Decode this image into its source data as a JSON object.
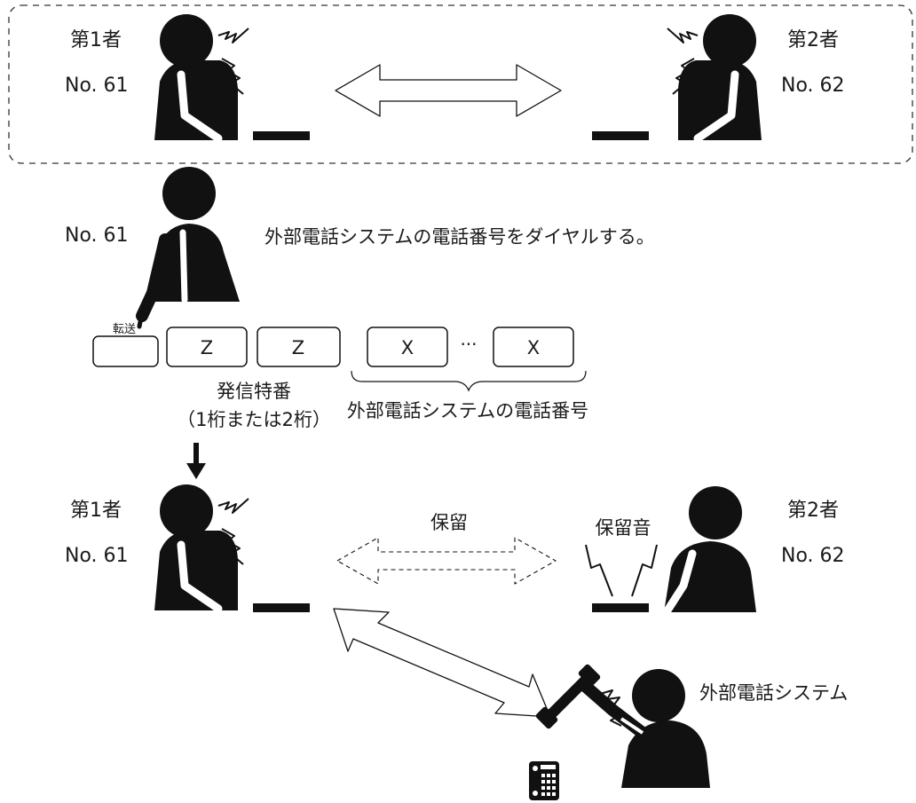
{
  "top_scene": {
    "party1_label": "第1者",
    "party1_number": "No. 61",
    "party2_label": "第2者",
    "party2_number": "No. 62"
  },
  "dial_step": {
    "extension": "No. 61",
    "instruction": "外部電話システムの電話番号をダイヤルする。",
    "transfer_key_label": "転送",
    "keys_z": [
      "Z",
      "Z"
    ],
    "keys_x": [
      "X",
      "X"
    ],
    "ellipsis": "···",
    "prefix_caption_line1": "発信特番",
    "prefix_caption_line2": "（1桁または2桁）",
    "number_caption": "外部電話システムの電話番号"
  },
  "bottom_scene": {
    "party1_label": "第1者",
    "party1_number": "No. 61",
    "party2_label": "第2者",
    "party2_number": "No. 62",
    "hold_label": "保留",
    "hold_tone_label": "保留音",
    "external_label": "外部電話システム"
  }
}
